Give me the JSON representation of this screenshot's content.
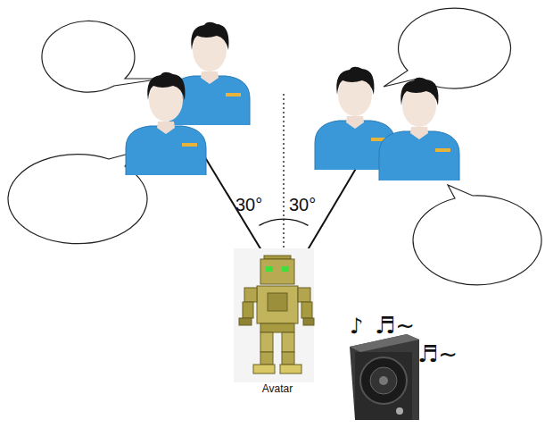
{
  "diagram": {
    "labels": [
      "30°",
      "30°",
      "Avatar",
      "♪",
      "♬~",
      "♬~"
    ]
  }
}
